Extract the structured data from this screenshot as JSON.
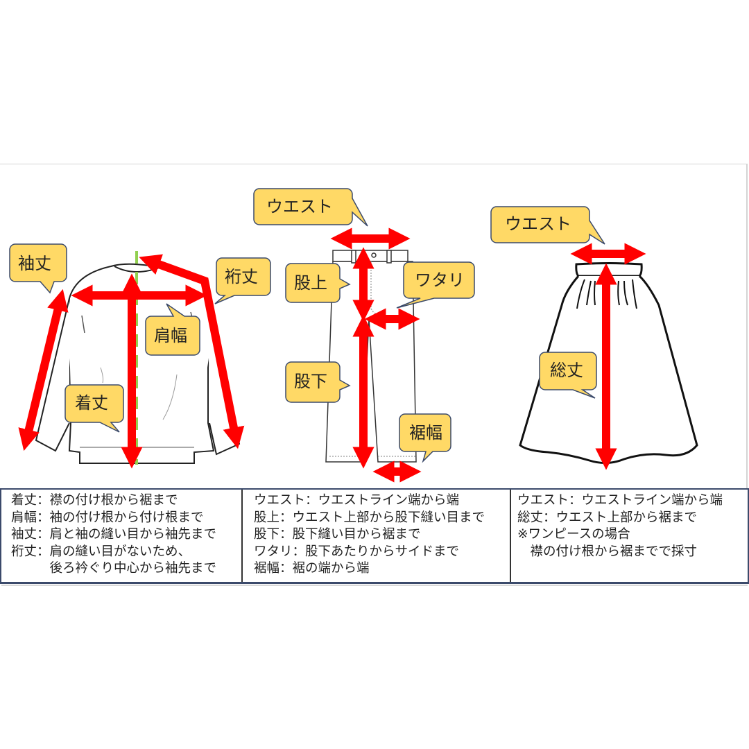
{
  "colors": {
    "arrow": "#ff0000",
    "callout_fill": "#ffd966",
    "callout_border": "#3b4a6b",
    "center_line": "#92d050",
    "legend_border": "#3b4a6b"
  },
  "callouts": {
    "jacket": {
      "sleeve_length": "袖丈",
      "yuki_length": "裄丈",
      "shoulder_width": "肩幅",
      "body_length": "着丈"
    },
    "pants": {
      "waist": "ウエスト",
      "rise": "股上",
      "thigh": "ワタリ",
      "inseam": "股下",
      "hem_width": "裾幅"
    },
    "skirt": {
      "waist": "ウエスト",
      "total_length": "総丈"
    }
  },
  "legend": {
    "jacket": [
      "着丈：襟の付け根から裾まで",
      "肩幅：袖の付け根から付け根まで",
      "袖丈：肩と袖の縫い目から袖先まで",
      "裄丈：肩の縫い目がないため、",
      "　　　後ろ衿ぐり中心から袖先まで"
    ],
    "pants": [
      "ウエスト：ウエストライン端から端",
      "股上：ウエスト上部から股下縫い目まで",
      "股下：股下縫い目から裾まで",
      "ワタリ：股下あたりからサイドまで",
      "裾幅：裾の端から端"
    ],
    "skirt": [
      "ウエスト：ウエストライン端から端",
      "総丈：ウエスト上部から裾まで",
      "※ワンピースの場合",
      "　襟の付け根から裾までで採寸"
    ]
  }
}
